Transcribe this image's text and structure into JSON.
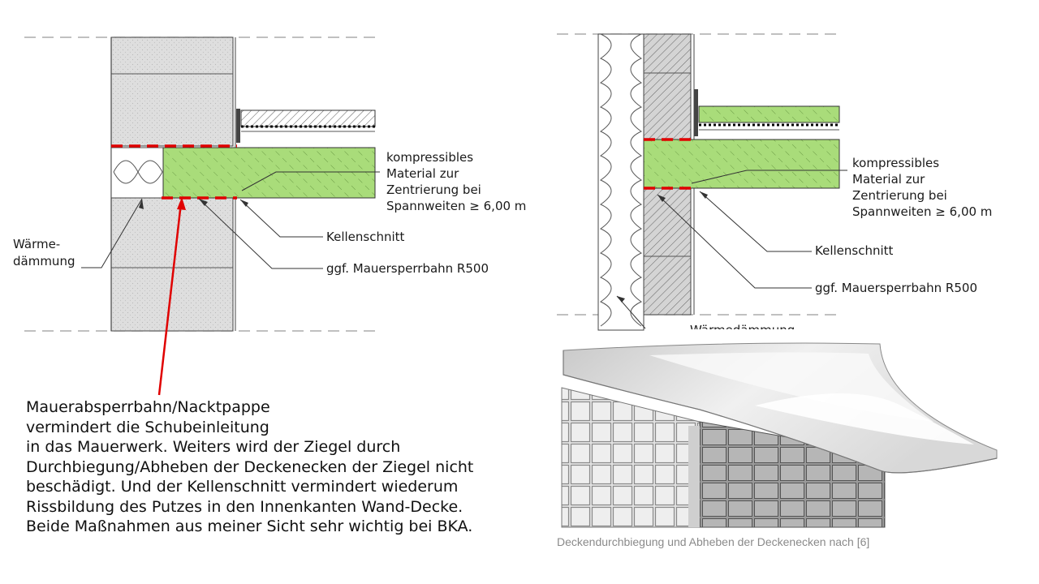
{
  "diagram_left": {
    "labels": {
      "compressible": [
        "kompressibles",
        "Material zur",
        "Zentrierung bei",
        "Spannweiten ≥ 6,00 m"
      ],
      "kellenschnitt": "Kellenschnitt",
      "sperrbahn": "ggf. Mauersperrbahn R500",
      "waermedaemmung": [
        "Wärme-",
        "dämmung"
      ]
    }
  },
  "diagram_right": {
    "labels": {
      "compressible": [
        "kompressibles",
        "Material zur",
        "Zentrierung bei",
        "Spannweiten ≥ 6,00 m"
      ],
      "kellenschnitt": "Kellenschnitt",
      "sperrbahn": "ggf. Mauersperrbahn R500",
      "waermedaemmung_cut": "Wärmedämmung"
    }
  },
  "note_lines": [
    "Mauerabsperrbahn/Nacktpappe",
    "vermindert die Schubeinleitung",
    "in das Mauerwerk.  Weiters wird der Ziegel durch",
    "Durchbiegung/Abheben der Deckenecken der Ziegel nicht",
    "beschädigt.  Und der Kellenschnitt vermindert wiederum",
    "Rissbildung des Putzes in den Innenkanten Wand-Decke.",
    "Beide Maßnahmen aus meiner Sicht sehr wichtig bei BKA."
  ],
  "photo_caption": "Deckendurchbiegung und Abheben der Deckenecken nach [6]",
  "colors": {
    "slab_green": "#a9dc7a",
    "marker_red": "#e00000",
    "brick_gray": "#dcdcdc"
  }
}
